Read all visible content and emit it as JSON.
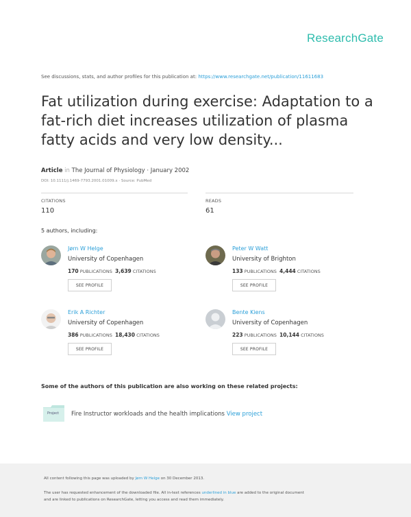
{
  "brand": "ResearchGate",
  "discuss": {
    "prefix": "See discussions, stats, and author profiles for this publication at:",
    "url": "https://www.researchgate.net/publication/11611683"
  },
  "title": "Fat utilization during exercise: Adaptation to a fat-rich diet increases utilization of plasma fatty acids and very low density...",
  "meta": {
    "type": "Article",
    "in": "in",
    "journal": "The Journal of Physiology · January 2002",
    "doi": "DOI: 10.1111/j.1469-7793.2001.01009.x · Source: PubMed"
  },
  "stats": {
    "citations_label": "CITATIONS",
    "citations_value": "110",
    "reads_label": "READS",
    "reads_value": "61"
  },
  "authors_heading": "5 authors, including:",
  "authors": [
    {
      "name": "Jørn W Helge",
      "affiliation": "University of Copenhagen",
      "publications": "170",
      "publications_label": "PUBLICATIONS",
      "citations": "3,639",
      "citations_label": "CITATIONS",
      "button": "SEE PROFILE"
    },
    {
      "name": "Peter W Watt",
      "affiliation": "University of Brighton",
      "publications": "133",
      "publications_label": "PUBLICATIONS",
      "citations": "4,444",
      "citations_label": "CITATIONS",
      "button": "SEE PROFILE"
    },
    {
      "name": "Erik A Richter",
      "affiliation": "University of Copenhagen",
      "publications": "386",
      "publications_label": "PUBLICATIONS",
      "citations": "18,430",
      "citations_label": "CITATIONS",
      "button": "SEE PROFILE"
    },
    {
      "name": "Bente Kiens",
      "affiliation": "University of Copenhagen",
      "publications": "223",
      "publications_label": "PUBLICATIONS",
      "citations": "10,144",
      "citations_label": "CITATIONS",
      "button": "SEE PROFILE"
    }
  ],
  "projects_heading": "Some of the authors of this publication are also working on these related projects:",
  "project": {
    "icon_label": "Project",
    "title": "Fire Instructor workloads and the health implications",
    "link": "View project"
  },
  "footer": {
    "line1_prefix": "All content following this page was uploaded by",
    "line1_user": "Jørn W Helge",
    "line1_suffix": "on 30 December 2013.",
    "line2_prefix": "The user has requested enhancement of the downloaded file. All in-text references",
    "line2_link": "underlined in blue",
    "line2_suffix": "are added to the original document",
    "line3": "and are linked to publications on ResearchGate, letting you access and read them immediately."
  },
  "colors": {
    "brand": "#2dbcad",
    "link": "#2b9fd8",
    "footer_bg": "#f1f1f1"
  }
}
